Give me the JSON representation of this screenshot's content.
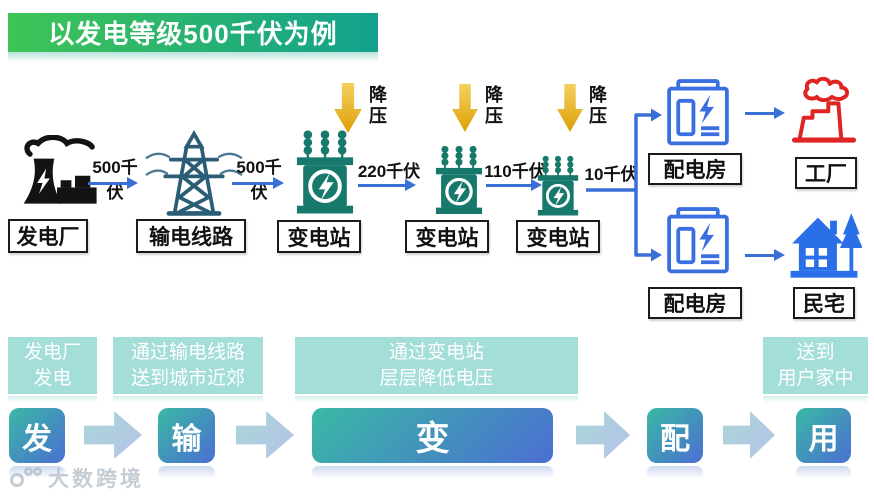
{
  "title": "以发电等级500千伏为例",
  "diagram": {
    "plant_label": "发电厂",
    "lines_label": "输电线路",
    "substation_labels": [
      "变电站",
      "变电站",
      "变电站"
    ],
    "distribution_labels": [
      "配电房",
      "配电房"
    ],
    "factory_label": "工厂",
    "home_label": "民宅",
    "voltages": [
      "500千伏",
      "500千伏",
      "220千伏",
      "110千伏",
      "10千伏"
    ],
    "stepdown": "降压"
  },
  "captions": [
    {
      "line1": "发电厂",
      "line2": "发电"
    },
    {
      "line1": "通过输电线路",
      "line2": "送到城市近郊"
    },
    {
      "line1": "通过变电站",
      "line2": "层层降低电压"
    },
    {
      "line1": "送到",
      "line2": "用户家中"
    }
  ],
  "stages": [
    "发",
    "输",
    "变",
    "配",
    "用"
  ],
  "watermark": "大数跨境",
  "colors": {
    "title_gradient_start": "#3ec455",
    "title_gradient_end": "#12a18e",
    "transformer_teal": "#17796b",
    "arrow_blue": "#3a6fd6",
    "stepdown_yellow": "#dd9f08",
    "distribution_blue": "#3a6fe0",
    "factory_red": "#e02424",
    "home_blue": "#2a6fe8",
    "tower_navy": "#2b5d77",
    "caption_teal": "#a3ded8",
    "stage_gradient_start": "#3ab9a4",
    "stage_gradient_end": "#4b6ed2"
  }
}
